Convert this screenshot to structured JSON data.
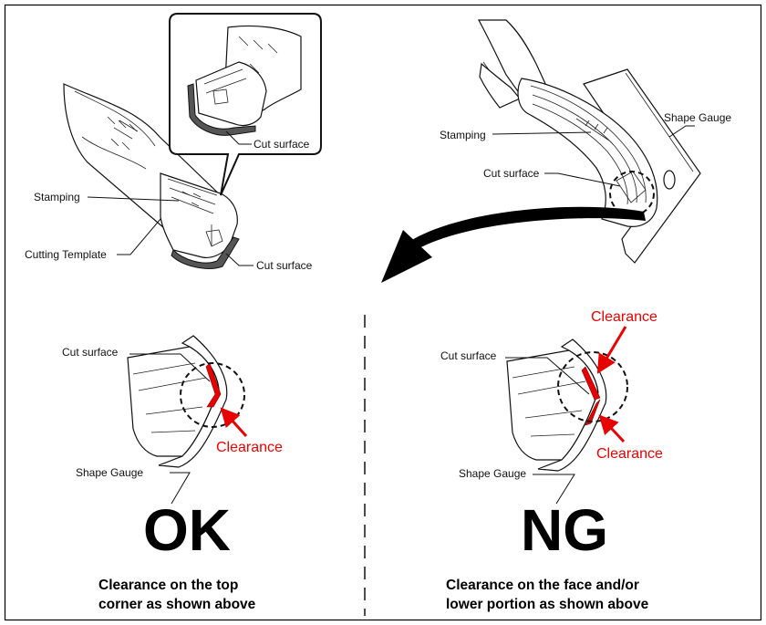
{
  "colors": {
    "clearance": "#e60000",
    "ink": "#111111",
    "frame": "#000000"
  },
  "top_left": {
    "stamping_label": "Stamping",
    "template_label": "Cutting Template",
    "cut_surface_label": "Cut surface",
    "zoom_cut_surface_label": "Cut surface"
  },
  "top_right": {
    "stamping_label": "Stamping",
    "cut_surface_label": "Cut surface",
    "gauge_label": "Shape Gauge"
  },
  "ok_panel": {
    "cut_surface_label": "Cut surface",
    "clearance_label": "Clearance",
    "gauge_label": "Shape Gauge",
    "verdict": "OK",
    "caption_line1": "Clearance on the top",
    "caption_line2": "corner as shown above"
  },
  "ng_panel": {
    "cut_surface_label": "Cut surface",
    "clearance_top_label": "Clearance",
    "clearance_bottom_label": "Clearance",
    "gauge_label": "Shape Gauge",
    "verdict": "NG",
    "caption_line1": "Clearance on the face and/or",
    "caption_line2": "lower portion as shown above"
  }
}
